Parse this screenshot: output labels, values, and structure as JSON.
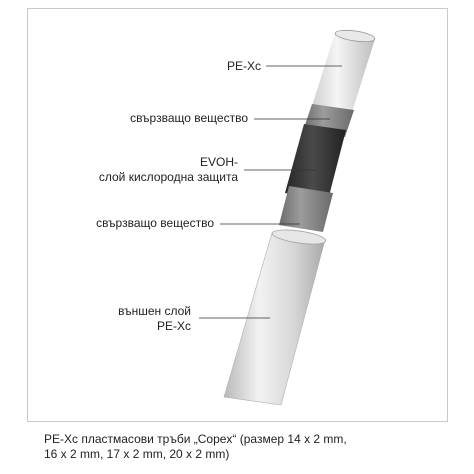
{
  "diagram": {
    "labels": {
      "outer_pe_top": "PE-Xc",
      "binder_top": "свързващо вещество",
      "evoh_line1": "EVOH-",
      "evoh_line2": "слой кислородна защита",
      "binder_bottom": "свързващо вещество",
      "outer_line1": "външен слой",
      "outer_line2": "PE-Xc"
    },
    "layer_colors": {
      "pe_xc": "#d8d8d8",
      "binder": "#8a8a8a",
      "evoh": "#3a3a3a"
    }
  },
  "caption": {
    "line1": "PE-Xc пластмасови тръби „Copex“ (размер 14 x 2 mm,",
    "line2": "16 x 2 mm, 17 x 2 mm, 20 x 2 mm)"
  }
}
